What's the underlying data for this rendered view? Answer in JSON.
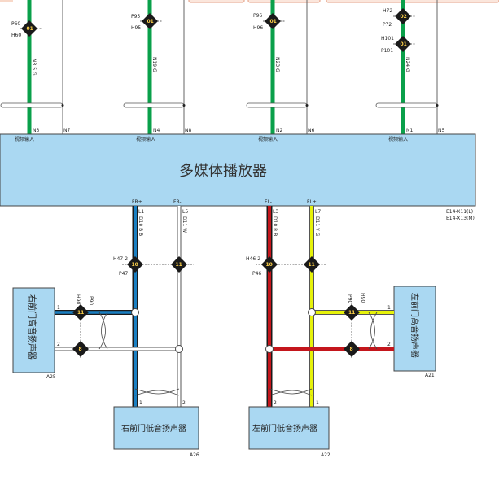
{
  "player": {
    "title": "多媒体播放器",
    "id_line1": "E14-X11(L)",
    "id_line2": "E14-X13(M)"
  },
  "video_inputs": [
    {
      "label": "视频输入",
      "pin_sig": "N3",
      "pin_gnd": "N7",
      "wire": "N3 5 G"
    },
    {
      "label": "视频输入",
      "pin_sig": "N4",
      "pin_gnd": "N8",
      "wire": "N19 G"
    },
    {
      "label": "视频输入",
      "pin_sig": "N2",
      "pin_gnd": "N6",
      "wire": "N23 G"
    },
    {
      "label": "视频输入",
      "pin_sig": "N1",
      "pin_gnd": "N5",
      "wire": "N24 G"
    }
  ],
  "top_connectors": [
    {
      "upper": "P60",
      "lower": "H60",
      "diamond": "01"
    },
    {
      "upper": "P95",
      "lower": "H95",
      "diamond": "01"
    },
    {
      "upper": "P96",
      "lower": "H96",
      "diamond": "01"
    },
    {
      "upper": "H72",
      "lower": "P72",
      "diamond": "02"
    },
    {
      "upper": "H101",
      "lower": "P101",
      "diamond": "01"
    }
  ],
  "output_pins": [
    {
      "name": "FR+",
      "pin": "L1",
      "wire": "D10 B B"
    },
    {
      "name": "FR-",
      "pin": "L5",
      "wire": "D11 W"
    },
    {
      "name": "FL-",
      "pin": "L3",
      "wire": "D10 R B"
    },
    {
      "name": "FL+",
      "pin": "L7",
      "wire": "D11 Y G"
    }
  ],
  "mid_connectors": {
    "right_upper": "H47-2",
    "right_lower": "P47",
    "left_upper": "H46-2",
    "left_lower": "P46",
    "p90": "P90",
    "h90": "H90",
    "d_a": "10",
    "d_b": "11",
    "d_c": "8"
  },
  "speakers": {
    "a25": {
      "name": "右前门高音扬声器",
      "id": "A25",
      "pin1": "1",
      "pin2": "2"
    },
    "a21": {
      "name": "左前门高音扬声器",
      "id": "A21",
      "pin1": "1",
      "pin2": "2"
    },
    "a26": {
      "name": "右前门低音扬声器",
      "id": "A26",
      "pin1": "1",
      "pin2": "2"
    },
    "a22": {
      "name": "左前门低音扬声器",
      "id": "A22",
      "pin1": "2",
      "pin2": "1"
    }
  },
  "colors": {
    "green": "#0aa04a",
    "blue": "#1a7fc2",
    "red": "#c4161c",
    "yellow": "#e6f20a",
    "box": "#aad8f2",
    "dark": "#1a1a1a"
  }
}
